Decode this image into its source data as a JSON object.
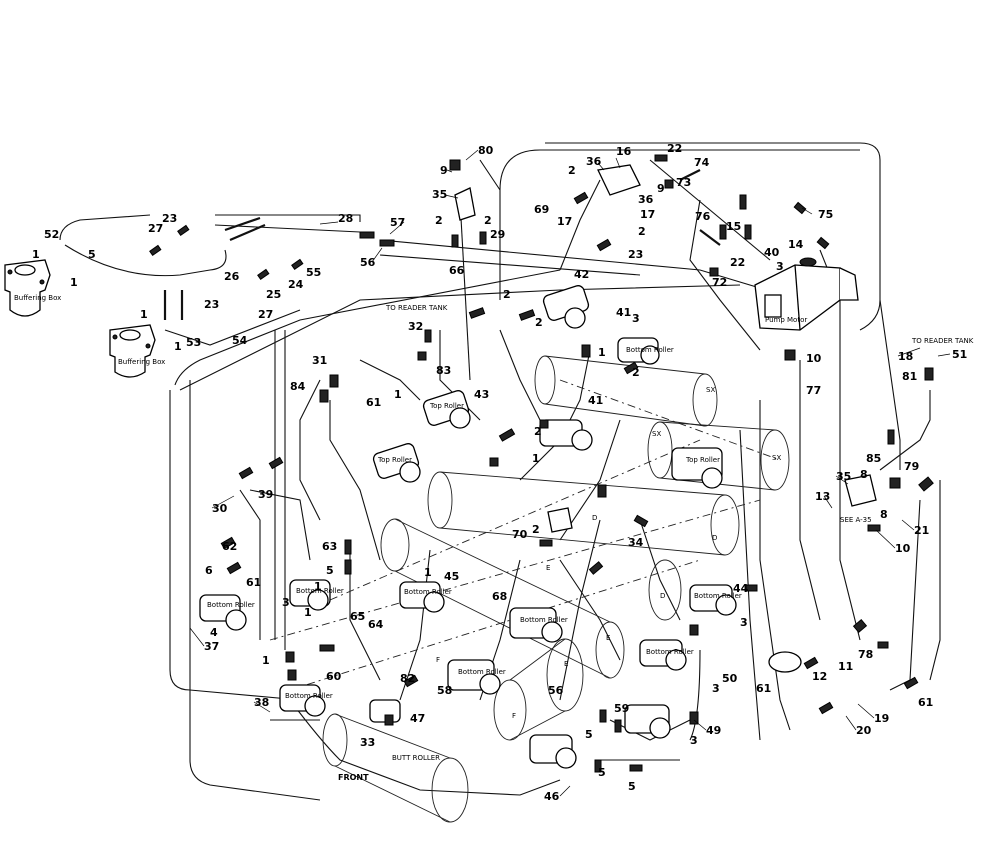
{
  "diagram": {
    "front_label": "FRONT",
    "butt_roller_label": "BUTT ROLLER",
    "to_reader_tank_label": "TO READER TANK",
    "to_reader_tank_label_2": "TO READER TANK",
    "buffering_box_label_1": "Buffering Box",
    "buffering_box_label_2": "Buffering Box",
    "pump_label": "Pump Motor",
    "see_ref_label": "SEE A-35",
    "roller_marks": [
      "SX",
      "SX",
      "SX",
      "D",
      "D",
      "D",
      "E",
      "E",
      "E",
      "F",
      "F"
    ],
    "motor_labels": [
      "Top Roller",
      "Top Roller",
      "Top Roller",
      "Bottom Roller",
      "Bottom Roller",
      "Bottom Roller",
      "Bottom Roller",
      "Bottom Roller",
      "Bottom Roller",
      "Bottom Roller",
      "Bottom Roller",
      "Bottom Roller"
    ],
    "callouts": [
      "80",
      "9",
      "35",
      "2",
      "2",
      "66",
      "16",
      "36",
      "2",
      "22",
      "74",
      "9",
      "73",
      "69",
      "17",
      "17",
      "36",
      "2",
      "23",
      "57",
      "56",
      "28",
      "29",
      "23",
      "27",
      "26",
      "24",
      "55",
      "25",
      "27",
      "23",
      "54",
      "52",
      "1",
      "5",
      "1",
      "1",
      "53",
      "1",
      "76",
      "15",
      "22",
      "75",
      "40",
      "14",
      "3",
      "72",
      "42",
      "2",
      "2",
      "32",
      "83",
      "31",
      "84",
      "61",
      "1",
      "43",
      "41",
      "3",
      "1",
      "41",
      "2",
      "1",
      "2",
      "10",
      "77",
      "18",
      "51",
      "81",
      "85",
      "8",
      "79",
      "35",
      "13",
      "8",
      "21",
      "10",
      "61",
      "30",
      "39",
      "62",
      "6",
      "61",
      "63",
      "5",
      "1",
      "45",
      "1",
      "65",
      "64",
      "37",
      "3",
      "1",
      "4",
      "60",
      "1",
      "38",
      "33",
      "47",
      "82",
      "58",
      "68",
      "70",
      "2",
      "34",
      "44",
      "3",
      "50",
      "3",
      "56",
      "59",
      "49",
      "3",
      "5",
      "46",
      "5",
      "5",
      "78",
      "11",
      "12",
      "19",
      "20",
      "61"
    ]
  }
}
